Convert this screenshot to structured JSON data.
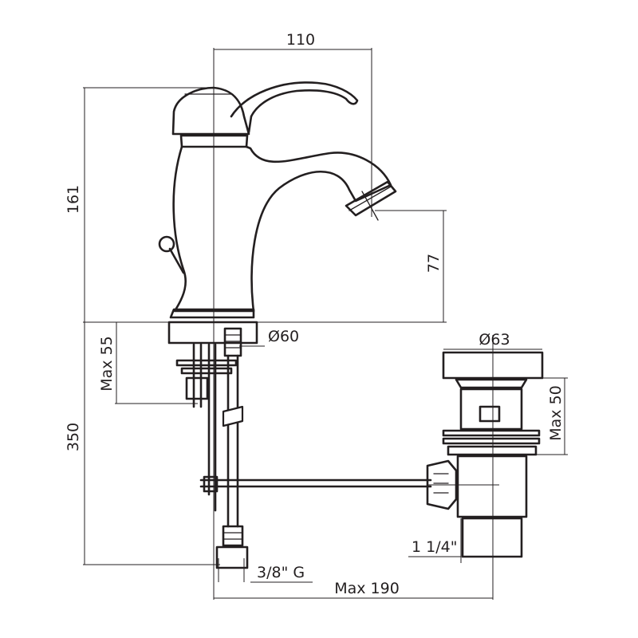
{
  "dimensions": {
    "spout_reach": "110",
    "total_height": "161",
    "spout_height": "77",
    "base_diameter": "Ø60",
    "max_55": "Max 55",
    "connection_length": "350",
    "drain_diameter": "Ø63",
    "max_50": "Max 50",
    "drain_thread": "1 1/4\"",
    "hose_thread": "3/8\" G",
    "max_190": "Max 190"
  },
  "colors": {
    "line": "#231f20",
    "background": "#ffffff"
  }
}
